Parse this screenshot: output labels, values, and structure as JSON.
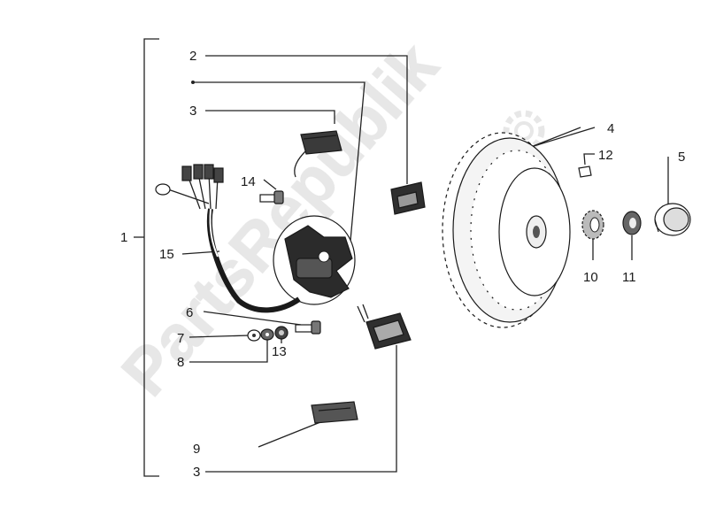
{
  "watermark": {
    "text": "PartsRepublik"
  },
  "labels": {
    "l1": "1",
    "l2": "2",
    "l3a": "3",
    "l3b": "3",
    "l4": "4",
    "l5": "5",
    "l6": "6",
    "l7": "7",
    "l8": "8",
    "l9": "9",
    "l10": "10",
    "l11": "11",
    "l12": "12",
    "l13": "13",
    "l14": "14",
    "l15": "15"
  }
}
